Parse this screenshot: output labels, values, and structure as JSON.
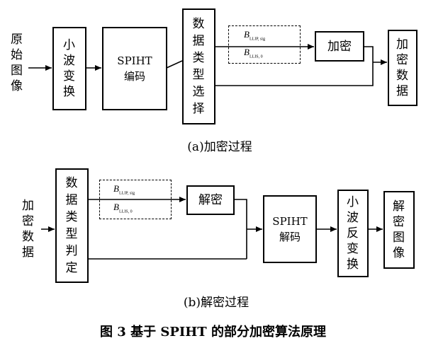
{
  "top": {
    "input": "原始图像",
    "wavelet": "小波变换",
    "spiht_line1": "SPIHT",
    "spiht_line2": "编码",
    "select": "数据类型选择",
    "b1_base": "B",
    "b1_sub": "LLIP, sig",
    "b2_base": "B",
    "b2_sub": "LLIS, 0",
    "encrypt": "加密",
    "output": "加密数据",
    "caption": "(a)加密过程"
  },
  "bottom": {
    "input": "加密数据",
    "judge": "数据类型判定",
    "b1_base": "B",
    "b1_sub": "LLIP, sig",
    "b2_base": "B",
    "b2_sub": "LLIS, 0",
    "decrypt": "解密",
    "spiht_line1": "SPIHT",
    "spiht_line2": "解码",
    "inv_wavelet": "小波反变换",
    "output": "解密图像",
    "caption": "(b)解密过程"
  },
  "figure_title": "图 3    基于 SPIHT 的部分加密算法原理"
}
